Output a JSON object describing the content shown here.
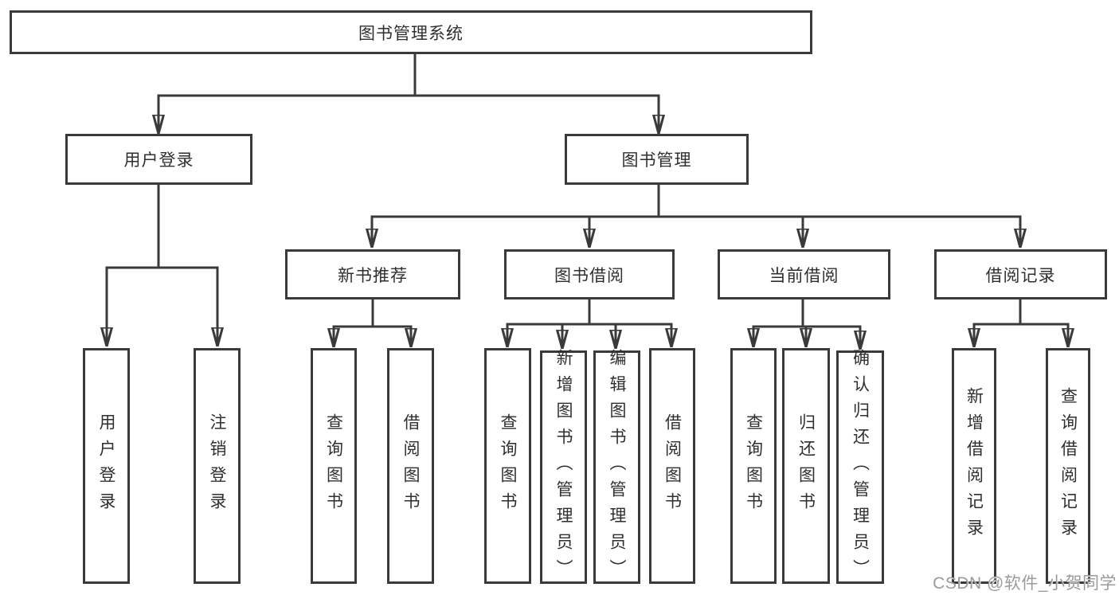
{
  "diagram": {
    "title": "图书管理系统",
    "type": "function-structure-tree",
    "tree": {
      "label": "图书管理系统",
      "children": [
        {
          "label": "用户登录",
          "children": [
            {
              "label": "用户登录"
            },
            {
              "label": "注销登录"
            }
          ]
        },
        {
          "label": "图书管理",
          "children": [
            {
              "label": "新书推荐",
              "children": [
                {
                  "label": "查询图书"
                },
                {
                  "label": "借阅图书"
                }
              ]
            },
            {
              "label": "图书借阅",
              "children": [
                {
                  "label": "查询图书"
                },
                {
                  "label": "新增图书（管理员）"
                },
                {
                  "label": "编辑图书（管理员）"
                },
                {
                  "label": "借阅图书"
                }
              ]
            },
            {
              "label": "当前借阅",
              "children": [
                {
                  "label": "查询图书"
                },
                {
                  "label": "归还图书"
                },
                {
                  "label": "确认归还（管理员）"
                }
              ]
            },
            {
              "label": "借阅记录",
              "children": [
                {
                  "label": "新增借阅记录"
                },
                {
                  "label": "查询借阅记录"
                }
              ]
            }
          ]
        }
      ]
    },
    "colors": {
      "line": "#3a3a3a",
      "box_border": "#3a3a3a",
      "box_fill": "#ffffff",
      "text": "#2f2f2f",
      "watermark": "#9b9b9b"
    }
  },
  "watermark": {
    "text": "CSDN @软件_小贺同学"
  }
}
